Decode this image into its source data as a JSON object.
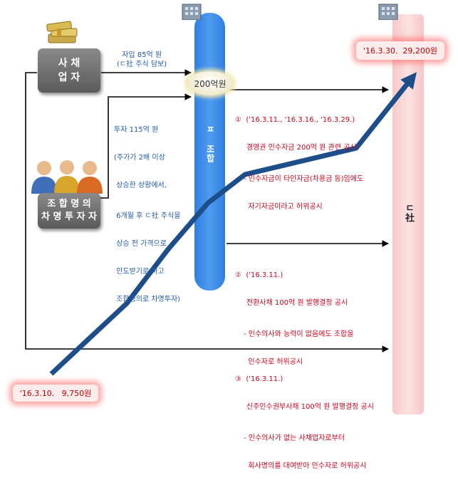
{
  "entities": {
    "bond_company_line1": "사 채",
    "bond_company_line2": "업 자",
    "investors_line1": "조 합 명 의",
    "investors_line2": "차 명 투 자 자",
    "union": "ㅍ 조합",
    "company": "ㄷ社"
  },
  "funds": {
    "total": "200억원",
    "loan_line1": "자입 85억 원",
    "loan_line2": "(ㄷ社 주식 담보)",
    "invest_lines": [
      "투자 115억 원",
      "(주가가 2배 이상",
      " 상승한 상황에서,",
      "",
      " 6개월 후 ㄷ社 주식을",
      " 상승 전 가격으로",
      " 인도받기로 하고",
      " 조합명의로 차명투자)"
    ]
  },
  "prices": {
    "start": "'16.3.10.   9,750원",
    "end": "'16.3.30.  29,200원"
  },
  "disclosures": [
    {
      "title_lines": [
        "①  ('16.3.11., '16.3.16., '16.3.29.)",
        "     경영권 인수자금 200억 원 관련 공시"
      ],
      "detail_lines": [
        "- 인수자금이 타인자금(차용금 등)임에도",
        "  자기자금이라고 허위공시"
      ]
    },
    {
      "title_lines": [
        "②  ('16.3.11.)",
        "     전환사채 100억 원 발행결정 공시"
      ],
      "detail_lines": [
        "- 인수의사와 능력이 없음에도 조합을",
        "  인수자로 허위공시"
      ]
    },
    {
      "title_lines": [
        "③  ('16.3.11.)",
        "     신주인수권부사채 100억 원 발행결정 공시"
      ],
      "detail_lines": [
        "- 인수의사가 없는 사채업자로부터",
        "  회사명의를 대여받아 인수자로 허위공시"
      ]
    }
  ],
  "colors": {
    "text_blue": "#1f5aa6",
    "text_red": "#d0021b",
    "price_line": "#1d4e89",
    "pillar_blue": "#3b8ae8",
    "pillar_pink": "#f9d3d3"
  },
  "icons": [
    "money-stack-icon",
    "investors-people-icon",
    "building-icon"
  ]
}
